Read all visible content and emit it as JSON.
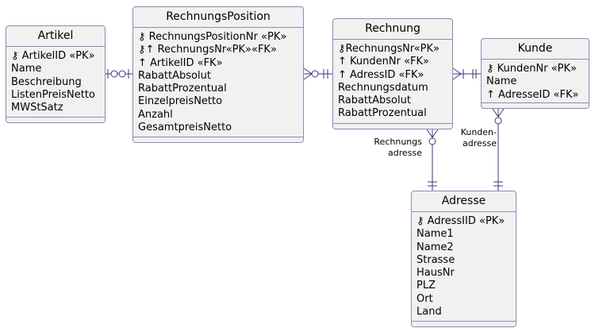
{
  "entities": {
    "artikel": {
      "title": "Artikel",
      "attrs": [
        "⚷ ArtikelID «PK»",
        "Name",
        "Beschreibung",
        "ListenPreisNetto",
        "MWStSatz"
      ]
    },
    "rechnungsposition": {
      "title": "RechnungsPosition",
      "attrs": [
        "⚷ RechnungsPositionNr «PK»",
        "⚷↑ RechnungsNr«PK»«FK»",
        "↑ ArtikelID «FK»",
        "RabattAbsolut",
        "RabattProzentual",
        "EinzelpreisNetto",
        "Anzahl",
        "GesamtpreisNetto"
      ]
    },
    "rechnung": {
      "title": "Rechnung",
      "attrs": [
        "⚷RechnungsNr«PK»",
        "↑ KundenNr «FK»",
        "↑ AdressID «FK»",
        "Rechnungsdatum",
        "RabattAbsolut",
        "RabattProzentual"
      ]
    },
    "kunde": {
      "title": "Kunde",
      "attrs": [
        "⚷ KundenNr «PK»",
        "Name",
        "↑ AdresseID «FK»"
      ]
    },
    "adresse": {
      "title": "Adresse",
      "attrs": [
        "⚷ AdressIID «PK»",
        "Name1",
        "Name2",
        "Strasse",
        "HausNr",
        "PLZ",
        "Ort",
        "Land"
      ]
    }
  },
  "relationship_labels": {
    "rechnungsadresse": [
      "Rechnungs",
      "adresse"
    ],
    "kundenadresse": [
      "Kunden-",
      "adresse"
    ]
  }
}
